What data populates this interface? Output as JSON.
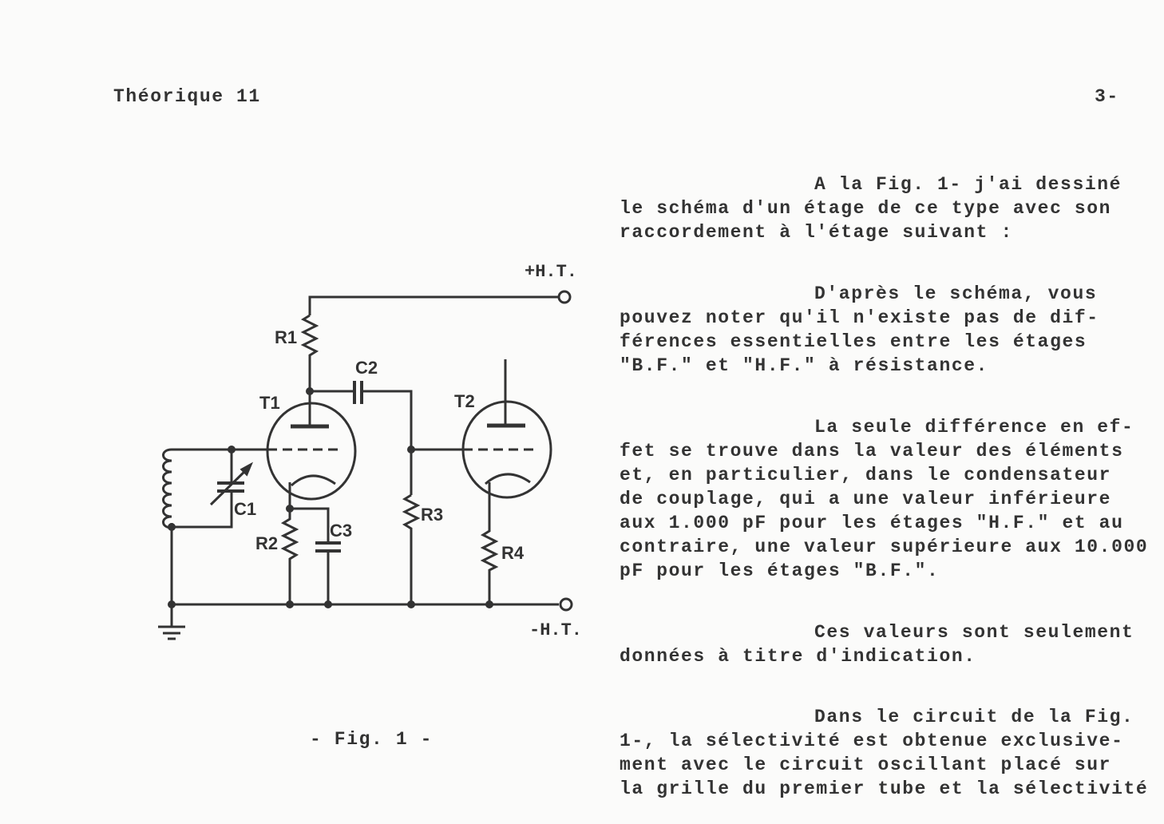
{
  "header": {
    "left": "Théorique 11",
    "right": "3-"
  },
  "figure": {
    "caption": "- Fig. 1 -",
    "labels": {
      "plus_ht": "+H.T.",
      "minus_ht": "-H.T.",
      "r1": "R1",
      "r2": "R2",
      "r3": "R3",
      "r4": "R4",
      "c1": "C1",
      "c2": "C2",
      "c3": "C3",
      "t1": "T1",
      "t2": "T2"
    }
  },
  "paragraphs": [
    [
      "A la Fig. 1- j'ai dessiné",
      "le schéma d'un étage de ce type avec son",
      "raccordement à l'étage suivant :"
    ],
    [
      "D'après le schéma, vous",
      "pouvez noter qu'il n'existe pas de dif-",
      "férences essentielles entre les étages",
      "\"B.F.\" et \"H.F.\" à résistance."
    ],
    [
      "La seule différence en ef-",
      "fet se trouve dans la valeur des éléments",
      "et, en particulier, dans le condensateur",
      "de couplage, qui a une valeur inférieure",
      "aux 1.000 pF pour les étages \"H.F.\" et au",
      "contraire, une valeur supérieure aux 10.000",
      "pF pour les étages \"B.F.\"."
    ],
    [
      "Ces valeurs sont seulement",
      "données à titre d'indication."
    ],
    [
      "Dans le circuit de la Fig.",
      "1-, la sélectivité est obtenue exclusive-",
      "ment avec le circuit oscillant placé sur",
      "la grille du premier tube et la sélectivité"
    ]
  ]
}
